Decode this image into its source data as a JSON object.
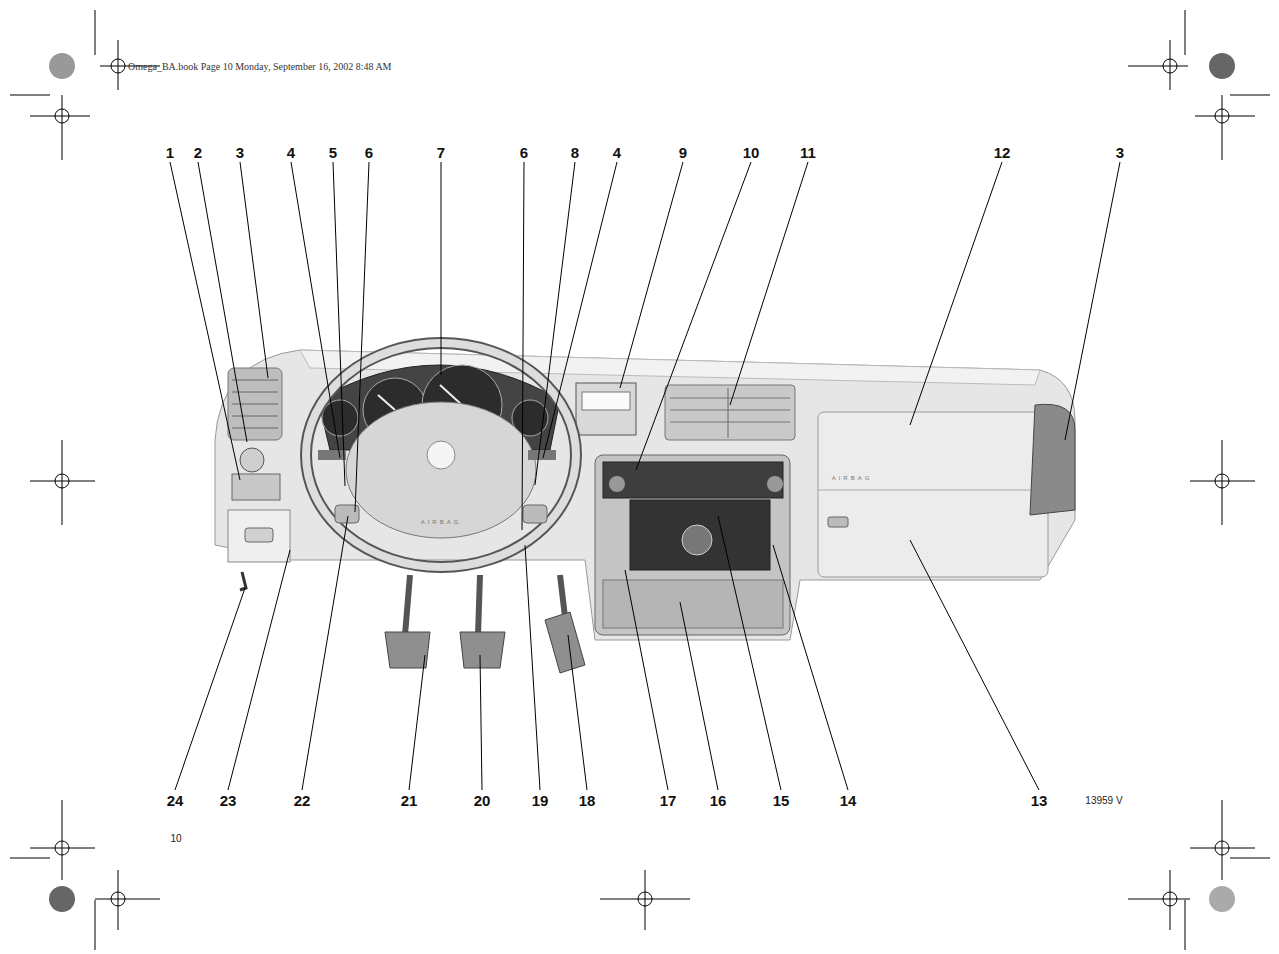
{
  "diagram": {
    "labels": [
      "Omega_BA.book  Page 10  Monday, September 16, 2002  8:48 AM",
      "1",
      "2",
      "3",
      "4",
      "5",
      "6",
      "7",
      "6",
      "8",
      "4",
      "9",
      "10",
      "11",
      "12",
      "3",
      "24",
      "23",
      "22",
      "21",
      "20",
      "19",
      "18",
      "17",
      "16",
      "15",
      "14",
      "13",
      "13959 V",
      "10",
      "AIRBAG",
      "AIRBAG"
    ]
  }
}
